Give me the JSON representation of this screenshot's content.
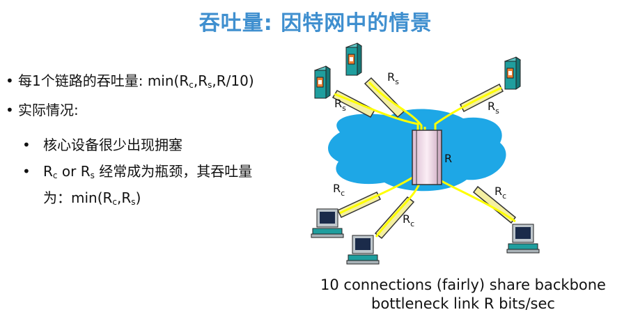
{
  "title": "吞吐量: 因特网中的情景",
  "bullets": {
    "b1_prefix": "每1个链路的吞吐量: min(R",
    "b1_sub_c": "c",
    "b1_mid1": ",R",
    "b1_sub_s": "s",
    "b1_suffix": ",R/10)",
    "b2": "实际情况:",
    "b3": "核心设备很少出现拥塞",
    "b4_r1": "R",
    "b4_sub_c": "c",
    "b4_mid": " or R",
    "b4_sub_s": "s",
    "b4_suffix": " 经常成为瓶颈，其吞吐量",
    "b5_prefix": "为：min(R",
    "b5_sub_c": "c",
    "b5_mid": ",R",
    "b5_sub_s": "s",
    "b5_suffix": ")"
  },
  "diagram": {
    "label_R": "R",
    "label_Rs_main": "R",
    "label_Rs_sub": "s",
    "label_Rc_main": "R",
    "label_Rc_sub": "c",
    "colors": {
      "cloud": "#1ea7e6",
      "link_fill": "#f4efa2",
      "yellow_path": "#ffff00",
      "router_fill": "#f0dce8",
      "server": "#1f9e9e"
    },
    "icons": [
      "server-icon",
      "pc-icon",
      "router-icon",
      "network-cloud"
    ]
  },
  "caption": {
    "line1": "10 connections (fairly) share backbone",
    "line2": "bottleneck link R bits/sec"
  }
}
